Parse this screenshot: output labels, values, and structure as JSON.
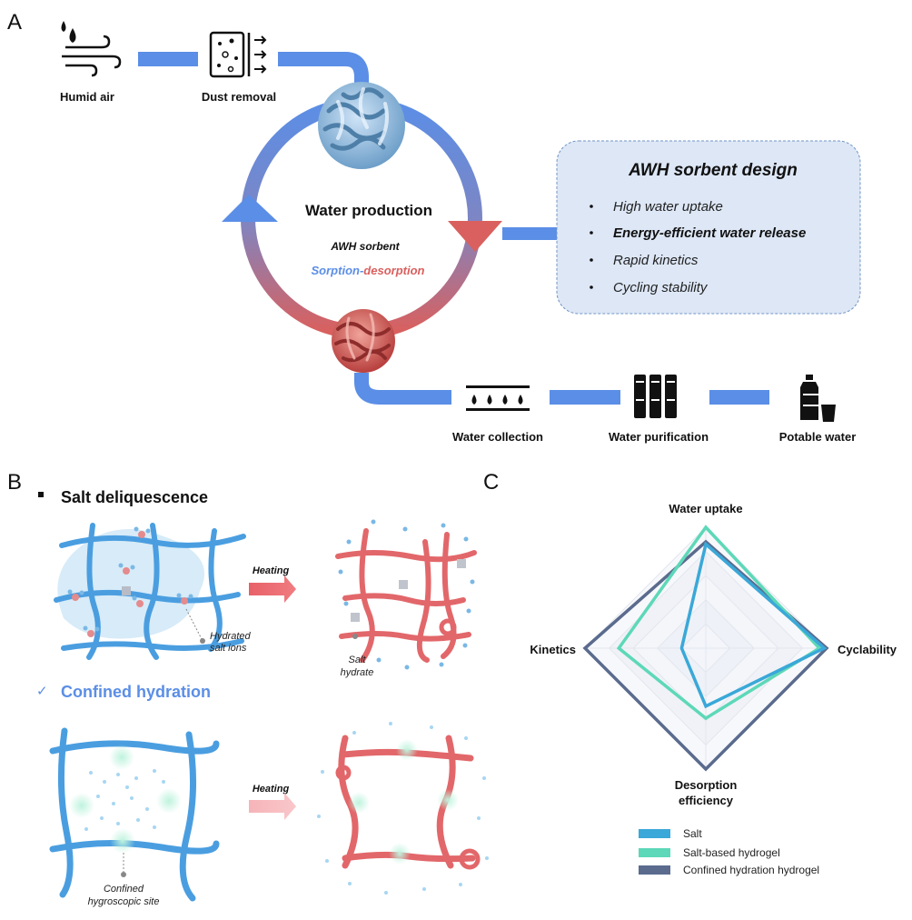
{
  "panel_letters": {
    "a": "A",
    "b": "B",
    "c": "C"
  },
  "panel_a": {
    "humid_air": "Humid air",
    "dust_removal": "Dust removal",
    "center_title": "Water production",
    "center_sub": "AWH sorbent",
    "sorption": "Sorption",
    "dash": "-",
    "desorption": "desorption",
    "water_collection": "Water collection",
    "water_purification": "Water purification",
    "potable_water": "Potable water",
    "design_box": {
      "title": "AWH sorbent design",
      "items": [
        "High water uptake",
        "Energy-efficient water release",
        "Rapid kinetics",
        "Cycling stability"
      ]
    }
  },
  "panel_b": {
    "salt_header": "Salt deliquescence",
    "confined_header": "Confined hydration",
    "heating": "Heating",
    "hydrated_1": "Hydrated",
    "hydrated_2": "salt ions",
    "salt_1": "Salt",
    "salt_2": "hydrate",
    "confined_1": "Confined",
    "confined_2": "hygroscopic site"
  },
  "colors": {
    "blue": "#5b8ee6",
    "red": "#d9605e",
    "salt": "#3aa8d8",
    "salt_hydrogel": "#5dd8b8",
    "confined_hydrogel": "#5a6b8e"
  },
  "chart_data": {
    "type": "radar",
    "axes": [
      "Water uptake",
      "Cyclability",
      "Desorption efficiency",
      "Kinetics"
    ],
    "axis_label_lines": [
      [
        "Water uptake"
      ],
      [
        "Cyclability"
      ],
      [
        "Desorption",
        "efficiency"
      ],
      [
        "Kinetics"
      ]
    ],
    "range": [
      0,
      5
    ],
    "series": [
      {
        "name": "Salt",
        "values": [
          4.3,
          4.9,
          2.4,
          1.0
        ],
        "color": "#3aa8d8"
      },
      {
        "name": "Salt-based hydrogel",
        "values": [
          5.0,
          4.7,
          2.9,
          3.6
        ],
        "color": "#5dd8b8"
      },
      {
        "name": "Confined hydration hydrogel",
        "values": [
          4.4,
          5.0,
          5.0,
          5.0
        ],
        "color": "#5a6b8e"
      }
    ]
  }
}
